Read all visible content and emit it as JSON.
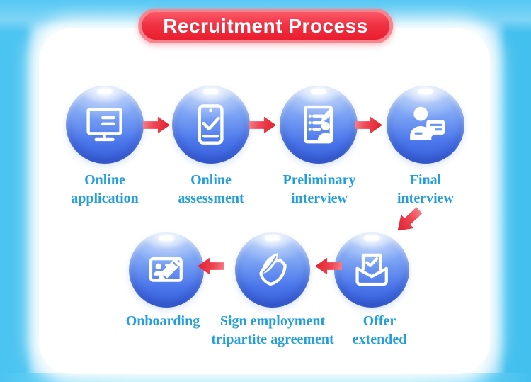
{
  "banner": {
    "title": "Recruitment Process"
  },
  "colors": {
    "banner_red": "#ee2433",
    "banner_glow": "#f9848e",
    "label_blue": "#249fdb",
    "circle_blue": "#4c77eb",
    "arrow_red": "#de1e2d",
    "background_blue": "#4cc4f1",
    "card_white": "#ffffff"
  },
  "steps": [
    {
      "id": "online-application",
      "label": "Online\napplication",
      "icon": "monitor-icon"
    },
    {
      "id": "online-assessment",
      "label": "Online\nassessment",
      "icon": "clipboard-check-icon"
    },
    {
      "id": "preliminary-interview",
      "label": "Preliminary\ninterview",
      "icon": "checklist-pencil-person-icon"
    },
    {
      "id": "final-interview",
      "label": "Final\ninterview",
      "icon": "person-chat-icon"
    },
    {
      "id": "offer-extended",
      "label": "Offer\nextended",
      "icon": "envelope-check-icon"
    },
    {
      "id": "sign-agreement",
      "label": "Sign employment\ntripartite agreement",
      "icon": "quill-paper-icon"
    },
    {
      "id": "onboarding",
      "label": "Onboarding",
      "icon": "id-card-pencil-icon"
    }
  ],
  "flow": {
    "top_row_direction": "left-to-right",
    "bottom_row_direction": "right-to-left"
  }
}
